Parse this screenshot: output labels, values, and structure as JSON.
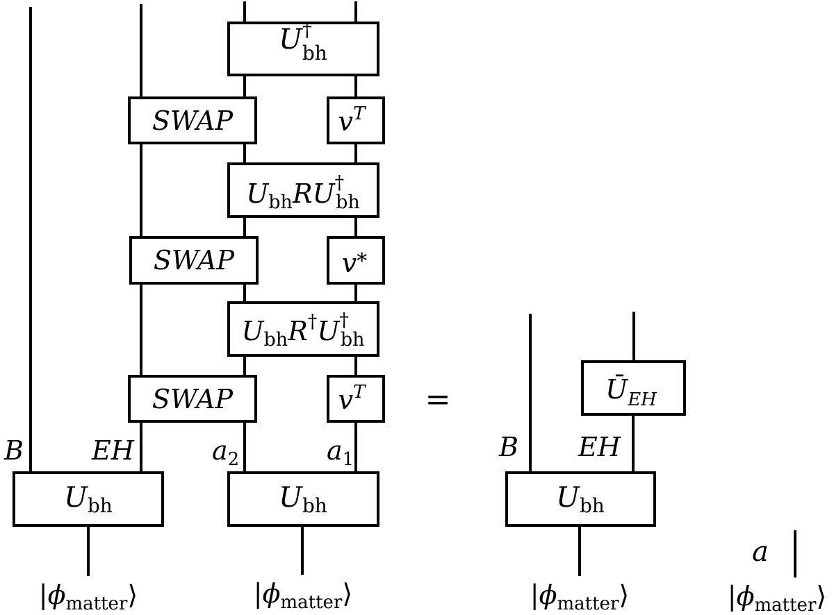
{
  "left_diagram": {
    "gates": {
      "u_bh_dagger": {
        "base": "U",
        "sup": "†",
        "sub": "bh"
      },
      "swap_top": "SWAP",
      "v_t_top": {
        "base": "v",
        "sup": "T"
      },
      "u_r_udagger": {
        "a": "U",
        "a_sub": "bh",
        "b": "R",
        "c": "U",
        "c_sup": "†",
        "c_sub": "bh"
      },
      "swap_mid": "SWAP",
      "v_star": {
        "base": "v",
        "sup": "*"
      },
      "u_rdagger_udagger": {
        "a": "U",
        "a_sub": "bh",
        "b": "R",
        "b_sup": "†",
        "c": "U",
        "c_sup": "†",
        "c_sub": "bh"
      },
      "swap_bot": "SWAP",
      "v_t_bot": {
        "base": "v",
        "sup": "T"
      },
      "u_bh_left": {
        "base": "U",
        "sub": "bh"
      },
      "u_bh_right": {
        "base": "U",
        "sub": "bh"
      }
    },
    "labels": {
      "b": "B",
      "eh": "EH",
      "a2": {
        "base": "a",
        "sub": "2"
      },
      "a1": {
        "base": "a",
        "sub": "1"
      }
    },
    "states": {
      "left": {
        "open": "|",
        "base": "ϕ",
        "sub": "matter",
        "close": "⟩"
      },
      "right": {
        "open": "|",
        "base": "ϕ",
        "sub": "matter",
        "close": "⟩"
      }
    }
  },
  "equals": "=",
  "right_diagram": {
    "gates": {
      "u_eh_bar": {
        "base": "Ū",
        "sub": "EH"
      },
      "u_bh": {
        "base": "U",
        "sub": "bh"
      }
    },
    "labels": {
      "b": "B",
      "eh": "EH",
      "a": "a"
    },
    "states": {
      "main": {
        "open": "|",
        "base": "ϕ",
        "sub": "matter",
        "close": "⟩"
      },
      "a_state": {
        "open": "|",
        "base": "ϕ",
        "sub": "matter",
        "close": "⟩"
      }
    }
  }
}
